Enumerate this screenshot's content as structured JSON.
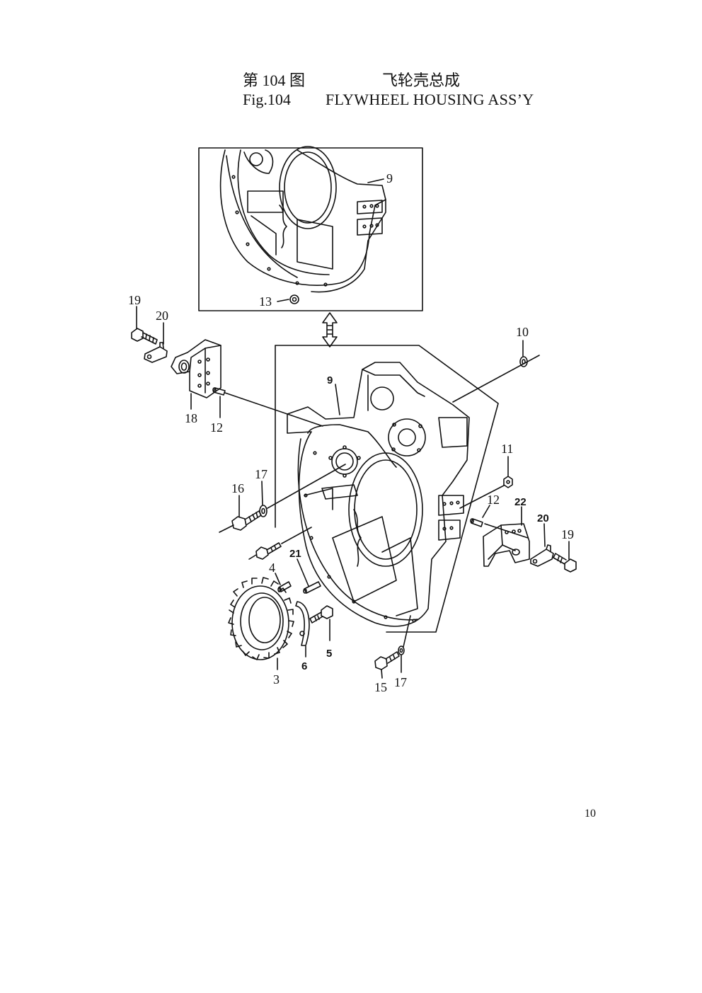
{
  "header": {
    "cn_fig": "第 104 图",
    "cn_title": "飞轮壳总成",
    "en_fig": "Fig.104",
    "en_title": "FLYWHEEL HOUSING ASS’Y"
  },
  "callouts": {
    "c9_top": "9",
    "c13": "13",
    "c19_left": "19",
    "c20_left": "20",
    "c10": "10",
    "c9_main": "9",
    "c18": "18",
    "c12_left": "12",
    "c11": "11",
    "c17_left": "17",
    "c16": "16",
    "c12_right": "12",
    "c22": "22",
    "c20_right": "20",
    "c19_right": "19",
    "c21": "21",
    "c4": "4",
    "c5": "5",
    "c6": "6",
    "c3": "3",
    "c15": "15",
    "c17_bottom": "17"
  },
  "page_number": "10"
}
